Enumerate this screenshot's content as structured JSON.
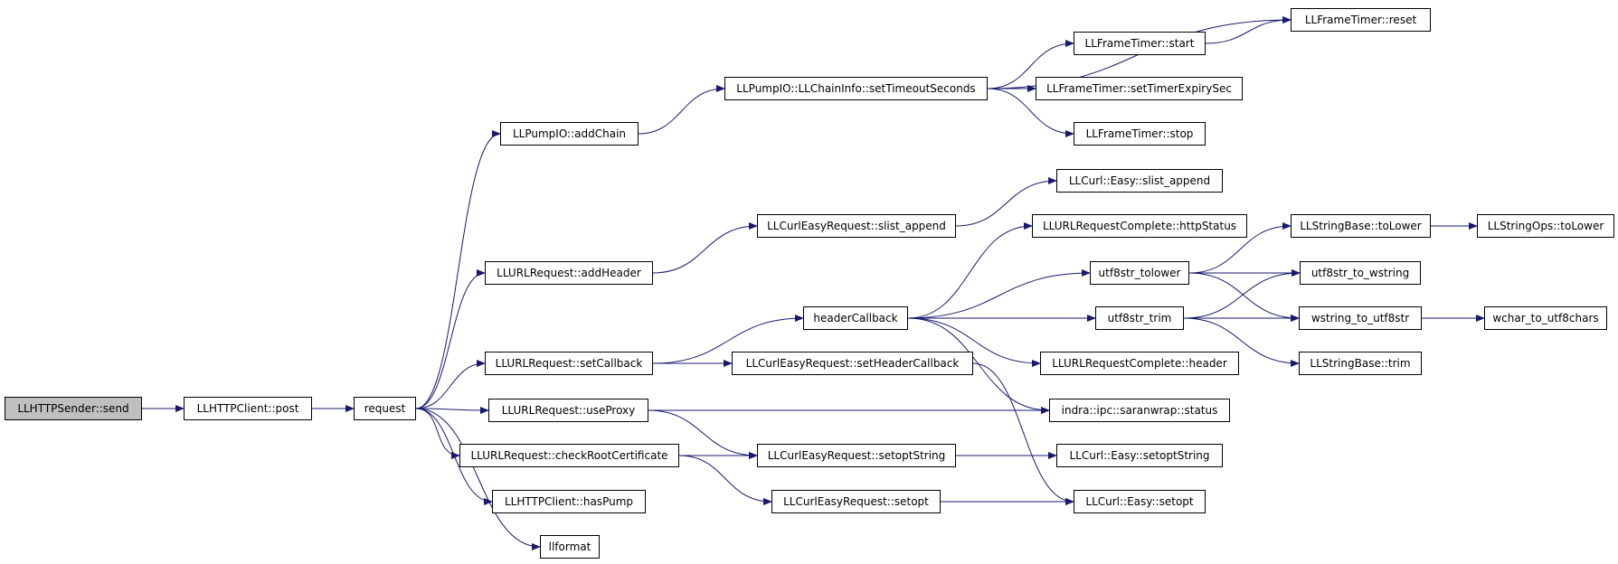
{
  "diagram": {
    "colors": {
      "edge": "#191970",
      "node_border": "#000000",
      "node_fill": "#ffffff",
      "root_fill": "#bfbfbf"
    },
    "nodes": {
      "n0": {
        "label": "LLHTTPSender::send"
      },
      "n1": {
        "label": "LLHTTPClient::post"
      },
      "n2": {
        "label": "request"
      },
      "n3": {
        "label": "LLPumpIO::addChain"
      },
      "n4": {
        "label": "LLPumpIO::LLChainInfo::setTimeoutSeconds"
      },
      "n5": {
        "label": "LLFrameTimer::reset"
      },
      "n6": {
        "label": "LLFrameTimer::start"
      },
      "n7": {
        "label": "LLFrameTimer::setTimerExpirySec"
      },
      "n8": {
        "label": "LLFrameTimer::stop"
      },
      "n9": {
        "label": "LLCurl::Easy::slist_append"
      },
      "n10": {
        "label": "LLCurlEasyRequest::slist_append"
      },
      "n11": {
        "label": "LLURLRequest::addHeader"
      },
      "n12": {
        "label": "LLURLRequestComplete::httpStatus"
      },
      "n13": {
        "label": "LLStringBase::toLower"
      },
      "n14": {
        "label": "LLStringOps::toLower"
      },
      "n15": {
        "label": "utf8str_tolower"
      },
      "n16": {
        "label": "utf8str_to_wstring"
      },
      "n17": {
        "label": "headerCallback"
      },
      "n18": {
        "label": "utf8str_trim"
      },
      "n19": {
        "label": "wstring_to_utf8str"
      },
      "n20": {
        "label": "wchar_to_utf8chars"
      },
      "n21": {
        "label": "LLURLRequest::setCallback"
      },
      "n22": {
        "label": "LLCurlEasyRequest::setHeaderCallback"
      },
      "n23": {
        "label": "LLURLRequestComplete::header"
      },
      "n24": {
        "label": "LLStringBase::trim"
      },
      "n25": {
        "label": "LLURLRequest::useProxy"
      },
      "n26": {
        "label": "indra::ipc::saranwrap::status"
      },
      "n27": {
        "label": "LLURLRequest::checkRootCertificate"
      },
      "n28": {
        "label": "LLCurlEasyRequest::setoptString"
      },
      "n29": {
        "label": "LLCurl::Easy::setoptString"
      },
      "n30": {
        "label": "LLHTTPClient::hasPump"
      },
      "n31": {
        "label": "LLCurlEasyRequest::setopt"
      },
      "n32": {
        "label": "LLCurl::Easy::setopt"
      },
      "n33": {
        "label": "llformat"
      }
    },
    "edges": [
      [
        "n0",
        "n1"
      ],
      [
        "n1",
        "n2"
      ],
      [
        "n2",
        "n3"
      ],
      [
        "n2",
        "n11"
      ],
      [
        "n2",
        "n21"
      ],
      [
        "n2",
        "n25"
      ],
      [
        "n2",
        "n27"
      ],
      [
        "n2",
        "n30"
      ],
      [
        "n2",
        "n33"
      ],
      [
        "n3",
        "n4"
      ],
      [
        "n4",
        "n5"
      ],
      [
        "n4",
        "n6"
      ],
      [
        "n4",
        "n7"
      ],
      [
        "n4",
        "n8"
      ],
      [
        "n6",
        "n5"
      ],
      [
        "n11",
        "n10"
      ],
      [
        "n10",
        "n9"
      ],
      [
        "n21",
        "n17"
      ],
      [
        "n21",
        "n22"
      ],
      [
        "n17",
        "n12"
      ],
      [
        "n17",
        "n15"
      ],
      [
        "n17",
        "n18"
      ],
      [
        "n17",
        "n23"
      ],
      [
        "n17",
        "n26"
      ],
      [
        "n15",
        "n13"
      ],
      [
        "n15",
        "n16"
      ],
      [
        "n15",
        "n19"
      ],
      [
        "n13",
        "n14"
      ],
      [
        "n18",
        "n16"
      ],
      [
        "n18",
        "n19"
      ],
      [
        "n18",
        "n24"
      ],
      [
        "n19",
        "n20"
      ],
      [
        "n22",
        "n32"
      ],
      [
        "n25",
        "n26"
      ],
      [
        "n25",
        "n28"
      ],
      [
        "n27",
        "n28"
      ],
      [
        "n27",
        "n31"
      ],
      [
        "n28",
        "n29"
      ],
      [
        "n31",
        "n32"
      ]
    ]
  }
}
